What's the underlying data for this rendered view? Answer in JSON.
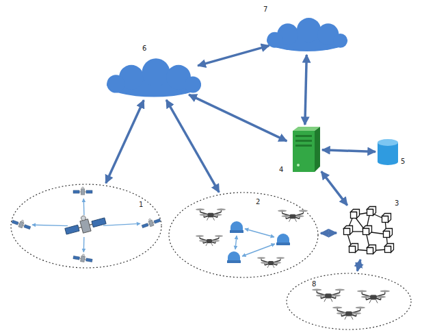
{
  "diagram": {
    "nodes": [
      {
        "text": [
          "7"
        ]
      },
      {
        "text": [
          "6"
        ]
      },
      {
        "text": [
          "4"
        ]
      },
      {
        "text": [
          "5"
        ]
      },
      {
        "text": [
          "1"
        ]
      },
      {
        "text": [
          "2"
        ]
      },
      {
        "text": [
          "3"
        ]
      },
      {
        "text": [
          "8"
        ]
      }
    ],
    "edges": [
      {
        "from": 1,
        "to": 0,
        "arrow": "both"
      },
      {
        "from": 0,
        "to": 2,
        "arrow": "both"
      },
      {
        "from": 1,
        "to": 2,
        "arrow": "both"
      },
      {
        "from": 2,
        "to": 3,
        "arrow": "both"
      },
      {
        "from": 1,
        "to": 4,
        "arrow": "both"
      },
      {
        "from": 1,
        "to": 5,
        "arrow": "both"
      },
      {
        "from": 2,
        "to": 6,
        "arrow": "both"
      },
      {
        "from": 5,
        "to": 6,
        "arrow": "both"
      },
      {
        "from": 6,
        "to": 7,
        "arrow": "both"
      }
    ]
  }
}
